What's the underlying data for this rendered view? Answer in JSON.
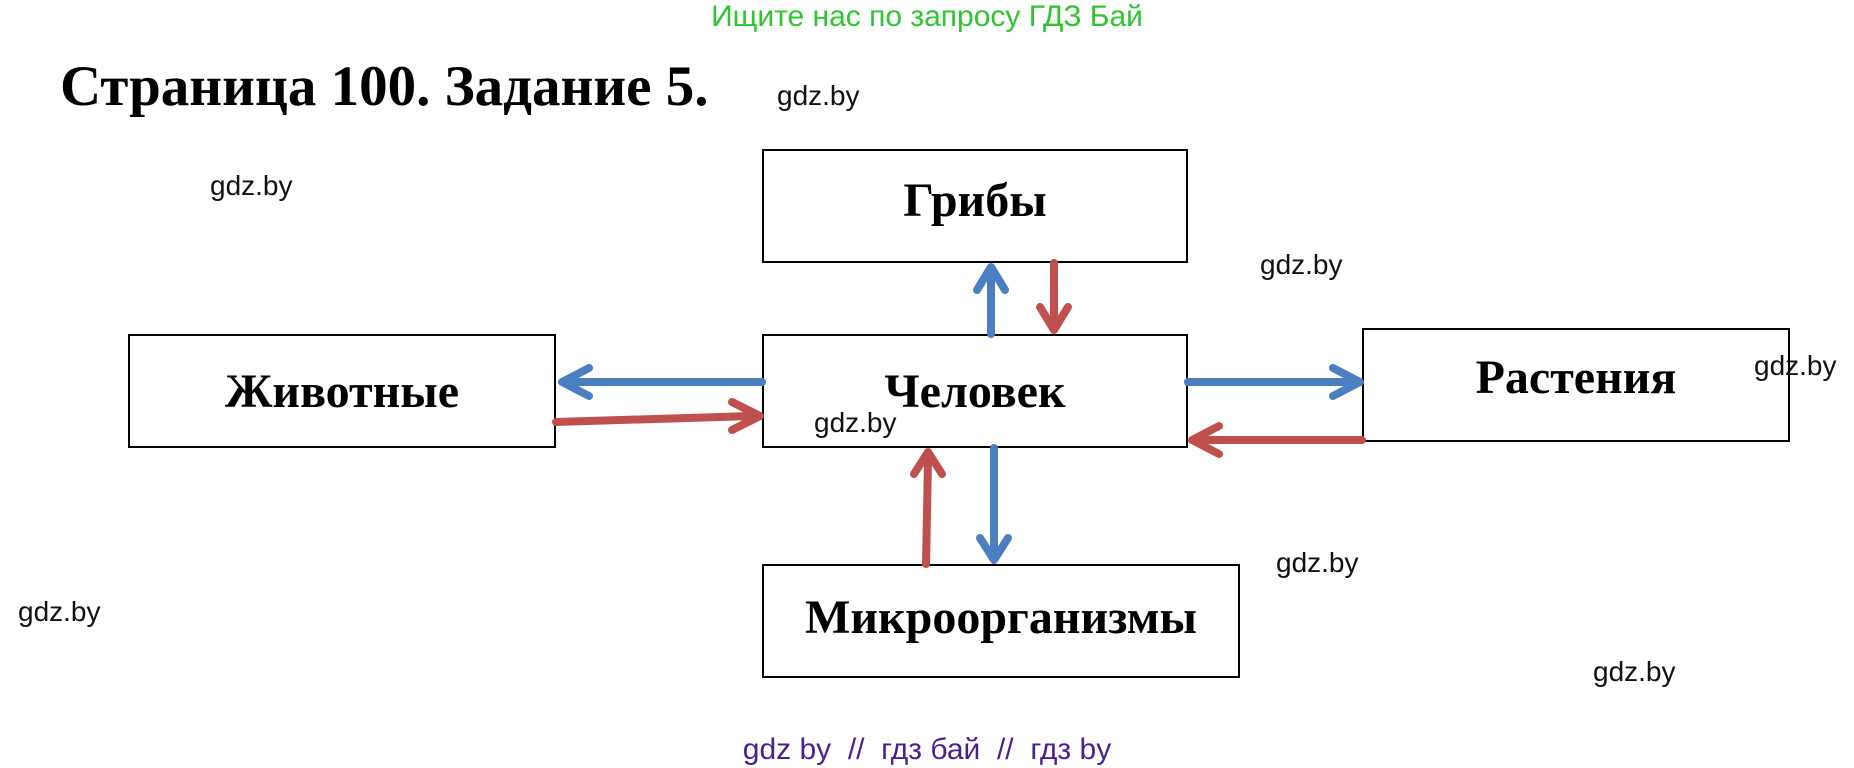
{
  "banner": "Ищите нас по запросу ГДЗ Бай",
  "title": "Страница 100. Задание 5.",
  "nodes": {
    "fungi": "Грибы",
    "human": "Человек",
    "animals": "Животные",
    "plants": "Растения",
    "microorganisms": "Микроорганизмы"
  },
  "arrow_colors": {
    "from_human": "#4a7fc1",
    "to_human": "#c0504d"
  },
  "watermarks": [
    "gdz.by",
    "gdz.by",
    "gdz.by",
    "gdz.by",
    "gdz.by",
    "gdz.by",
    "gdz.by",
    "gdz.by"
  ],
  "footer": "gdz by  //  гдз бай  //  гдз by"
}
